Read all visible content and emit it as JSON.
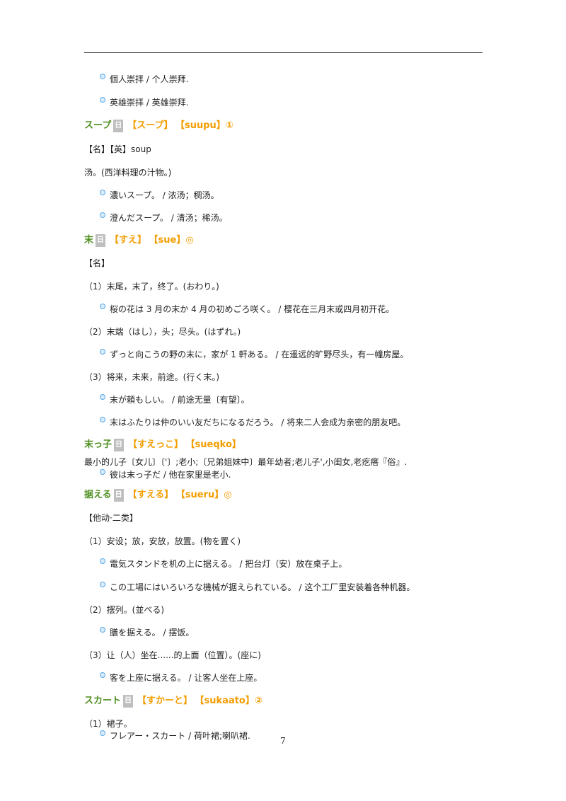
{
  "lines": [
    {
      "kind": "ex",
      "text": "個人崇拝 / 个人崇拜."
    },
    {
      "kind": "ex",
      "text": "英雄崇拝 / 英雄崇拜."
    },
    {
      "kind": "head",
      "word": "スープ",
      "badge": "日",
      "kana": "【スープ】",
      "roma": "【suupu】①"
    },
    {
      "kind": "text",
      "text": "【名】【英】soup"
    },
    {
      "kind": "text",
      "text": "汤。(西洋料理の汁物。)"
    },
    {
      "kind": "ex",
      "text": "濃いスープ。 / 浓汤；稠汤。"
    },
    {
      "kind": "ex",
      "text": "澄んだスープ。 / 清汤；稀汤。"
    },
    {
      "kind": "head",
      "word": "末",
      "badge": "日",
      "kana": "【すえ】",
      "roma": "【sue】◎"
    },
    {
      "kind": "text",
      "text": "【名】"
    },
    {
      "kind": "text",
      "text": "（1）末尾，末了，终了。(おわり。)"
    },
    {
      "kind": "ex",
      "text": "桜の花は 3 月の末か 4 月の初めごろ咲く。 / 樱花在三月末或四月初开花。"
    },
    {
      "kind": "text",
      "text": "（2）末端（はし），头；尽头。(はずれ。)"
    },
    {
      "kind": "ex",
      "text": "ずっと向こうの野の末に，家が 1 軒ある。 / 在遥远的旷野尽头，有一幢房屋。"
    },
    {
      "kind": "text",
      "text": "（3）将来，未来，前途。(行く末。)"
    },
    {
      "kind": "ex",
      "text": "末が頼もしい。 / 前途无量〔有望〕。"
    },
    {
      "kind": "ex",
      "text": "末はふたりは仲のいい友だちになるだろう。 / 将来二人会成为亲密的朋友吧。"
    },
    {
      "kind": "head",
      "word": "末っ子",
      "badge": "日",
      "kana": "【すえっこ】",
      "roma": "【sueqko】"
    },
    {
      "kind": "text",
      "text": "最小的儿子〔女儿〕〔'〕;老小;〔兄弟姐妹中〕最年幼者;老儿子',小闺女,老疙瘩『俗』."
    },
    {
      "kind": "ex",
      "text": "彼は末っ子だ / 他在家里是老小."
    },
    {
      "kind": "head",
      "word": "据える",
      "badge": "日",
      "kana": "【すえる】",
      "roma": "【sueru】◎"
    },
    {
      "kind": "text",
      "text": "【他动·二类】"
    },
    {
      "kind": "text",
      "text": "（1）安设；放，安放，放置。(物を置く)"
    },
    {
      "kind": "ex",
      "text": "電気スタンドを机の上に据える。 / 把台灯（安）放在桌子上。"
    },
    {
      "kind": "ex",
      "text": "この工場にはいろいろな機械が据えられている。 / 这个工厂里安装着各种机器。"
    },
    {
      "kind": "text",
      "text": "（2）摆列。(並べる)"
    },
    {
      "kind": "ex",
      "text": "膳を据える。 / 摆饭。"
    },
    {
      "kind": "text",
      "text": "（3）让（人）坐在......的上面（位置）。(座に)"
    },
    {
      "kind": "ex",
      "text": "客を上座に据える。 / 让客人坐在上座。"
    },
    {
      "kind": "head",
      "word": "スカート",
      "badge": "日",
      "kana": "【すかーと】",
      "roma": "【sukaato】②"
    },
    {
      "kind": "text",
      "text": "（1）裙子。"
    },
    {
      "kind": "ex",
      "text": "フレアー・スカート / 荷叶裙;喇叭裙."
    }
  ],
  "page_number": "7"
}
